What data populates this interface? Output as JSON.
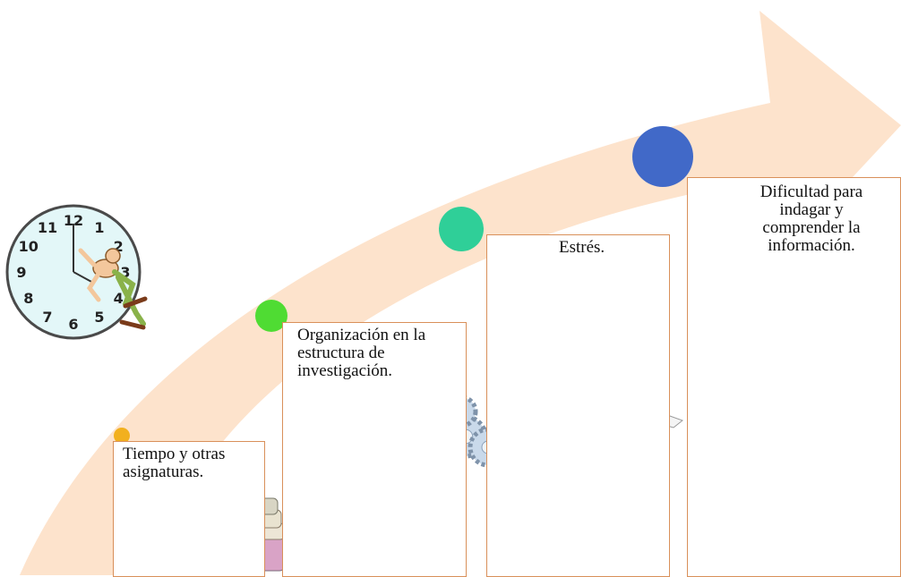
{
  "colors": {
    "arrow": "#fde3cc",
    "box_border": "#d9905a",
    "dot_1": "#f2b01e",
    "dot_2": "#4fdc33",
    "dot_3": "#2fcf98",
    "dot_4": "#4169c8"
  },
  "steps": [
    {
      "label": "Tiempo y otras asignaturas.",
      "icon": "stacked-papers-icon"
    },
    {
      "label": "Organización en la estructura de investigación.",
      "icon": "people-gears-icon"
    },
    {
      "label": "Estrés.",
      "icon": "stressed-student-icon"
    },
    {
      "label": "Dificultad para indagar y comprender la información.",
      "icon": "books-magnifier-icon"
    }
  ],
  "clock": {
    "icon": "clock-icon",
    "numbers": [
      "12",
      "1",
      "2",
      "3",
      "4",
      "5",
      "6",
      "7",
      "8",
      "9",
      "10",
      "11"
    ]
  }
}
